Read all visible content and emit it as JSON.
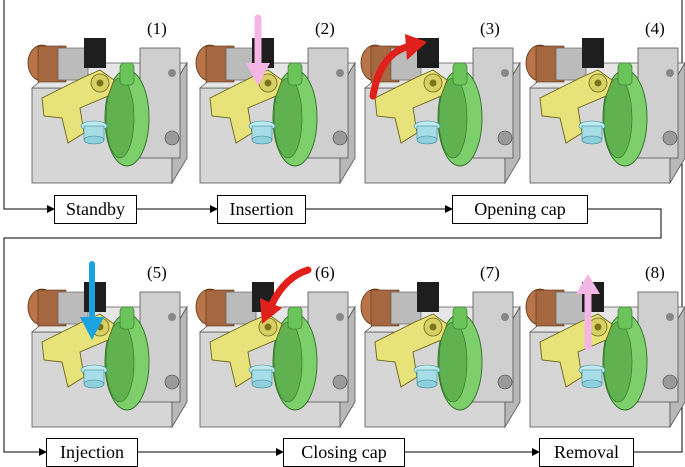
{
  "panels": [
    {
      "number": "(1)",
      "arrow": "none"
    },
    {
      "number": "(2)",
      "arrow": "pink-down"
    },
    {
      "number": "(3)",
      "arrow": "red-curve-up"
    },
    {
      "number": "(4)",
      "arrow": "none"
    },
    {
      "number": "(5)",
      "arrow": "blue-down"
    },
    {
      "number": "(6)",
      "arrow": "red-curve-down"
    },
    {
      "number": "(7)",
      "arrow": "none"
    },
    {
      "number": "(8)",
      "arrow": "pink-up"
    }
  ],
  "steps_row1": [
    "Standby",
    "Insertion",
    "Opening cap"
  ],
  "steps_row2": [
    "Injection",
    "Closing cap",
    "Removal"
  ],
  "colors": {
    "arm_yellow": "#e8e27a",
    "rotor_green": "#7ccf6a",
    "tube_cyan": "#bfeaf0",
    "frame_gray": "#c9c9c9",
    "motor_copper": "#b9744a",
    "arrow_red": "#e0201a",
    "arrow_pink": "#f4b6e4",
    "arrow_blue": "#1aa3e0"
  }
}
